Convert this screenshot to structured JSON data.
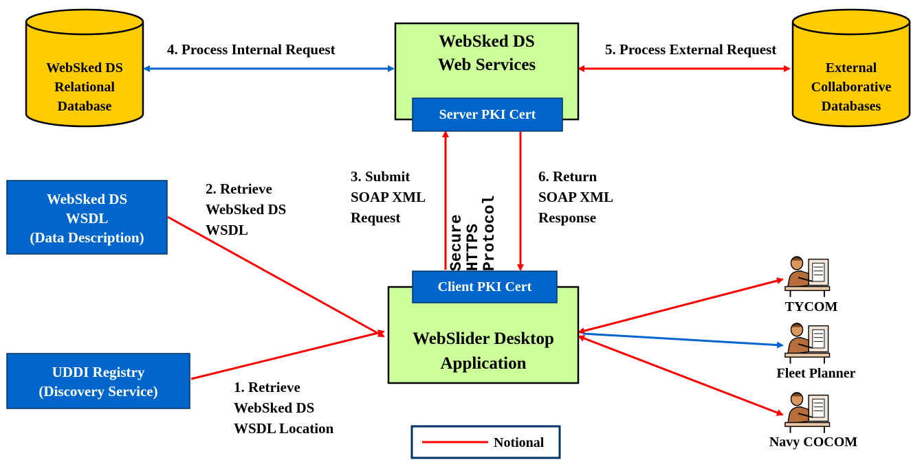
{
  "colors": {
    "db_fill": "#FFCC00",
    "box_green": "#CCFF99",
    "box_blue": "#0066CC",
    "arrow_red": "#FF0000",
    "arrow_blue": "#0066CC"
  },
  "nodes": {
    "db_internal": "WebSked DS\nRelational\nDatabase",
    "db_external": "External\nCollaborative\nDatabases",
    "web_services": "WebSked DS\nWeb Services",
    "server_cert": "Server PKI Cert",
    "client_cert": "Client PKI Cert",
    "desktop_app": "WebSlider Desktop\nApplication",
    "wsdl_box": "WebSked DS\nWSDL\n(Data Description)",
    "uddi_box": "UDDI Registry\n(Discovery Service)"
  },
  "steps": {
    "step1": "1. Retrieve\nWebSked DS\nWSDL Location",
    "step2": "2. Retrieve\nWebSked DS\nWSDL",
    "step3": "3. Submit\nSOAP XML\nRequest",
    "step4": "4. Process Internal Request",
    "step5": "5. Process External Request",
    "step6": "6. Return\nSOAP XML\nResponse"
  },
  "protocol": "Secure\nHTTPS\nProtocol",
  "users": [
    "TYCOM",
    "Fleet Planner",
    "Navy COCOM"
  ],
  "legend": {
    "label": "Notional"
  }
}
